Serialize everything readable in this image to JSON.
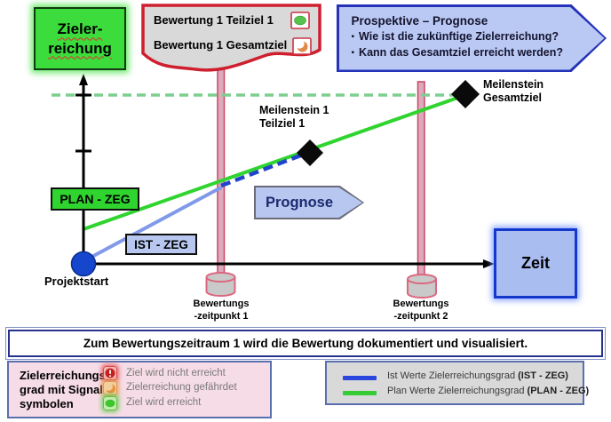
{
  "goal_box": {
    "line1": "Zieler-",
    "line2": "reichung"
  },
  "rating_flag": {
    "rows": [
      {
        "label": "Bewertung 1  Teilziel 1",
        "icon": "green-ellipse-status-icon"
      },
      {
        "label": "Bewertung 1  Gesamtziel",
        "icon": "orange-crescent-status-icon"
      }
    ]
  },
  "prospektive_box": {
    "title": "Prospektive – Prognose",
    "bullets": [
      "Wie ist die zukünftige Zielerreichung?",
      "Kann  das Gesamtziel erreicht werden?"
    ]
  },
  "milestone_1": {
    "line1": "Meilenstein 1",
    "line2": "Teilziel 1"
  },
  "milestone_gesamt": {
    "line1": "Meilenstein",
    "line2": "Gesamtziel"
  },
  "labels": {
    "plan_zeg": "PLAN - ZEG",
    "ist_zeg": "IST - ZEG",
    "prognose": "Prognose",
    "zeit": "Zeit",
    "projektstart": "Projektstart"
  },
  "checkpoints": [
    {
      "line1": "Bewertungs",
      "line2": "-zeitpunkt 1"
    },
    {
      "line1": "Bewertungs",
      "line2": "-zeitpunkt 2"
    }
  ],
  "banner_text": "Zum Bewertungszeitraum 1 wird die Bewertung dokumentiert und  visualisiert.",
  "signal_legend": {
    "title_line1": "Zielerreichungs",
    "title_line2": "grad mit Signal-",
    "title_line3": "symbolen",
    "items": [
      {
        "icon": "signal-red-icon",
        "label": "Ziel wird nicht erreicht"
      },
      {
        "icon": "signal-orange-icon",
        "label": "Zielerreichung gefährdet"
      },
      {
        "icon": "signal-green-icon",
        "label": "Ziel wird erreicht"
      }
    ]
  },
  "line_legend": {
    "items": [
      {
        "color": "#2b46dd",
        "text": "Ist Werte Zielerreichungsgrad ",
        "bold": "(IST - ZEG)"
      },
      {
        "color": "#35cc35",
        "text": "Plan Werte Zielerreichungsgrad ",
        "bold": "(PLAN - ZEG)"
      }
    ]
  },
  "colors": {
    "plan_green": "#2fd42f",
    "ist_blue": "#8099e8",
    "prognose_dashed_blue": "#2244cc",
    "target_dashed_green": "#7ccf8e",
    "bar_pink": "#dcaabc",
    "bar_border": "#cc4466",
    "accent_navy": "#26348f"
  }
}
